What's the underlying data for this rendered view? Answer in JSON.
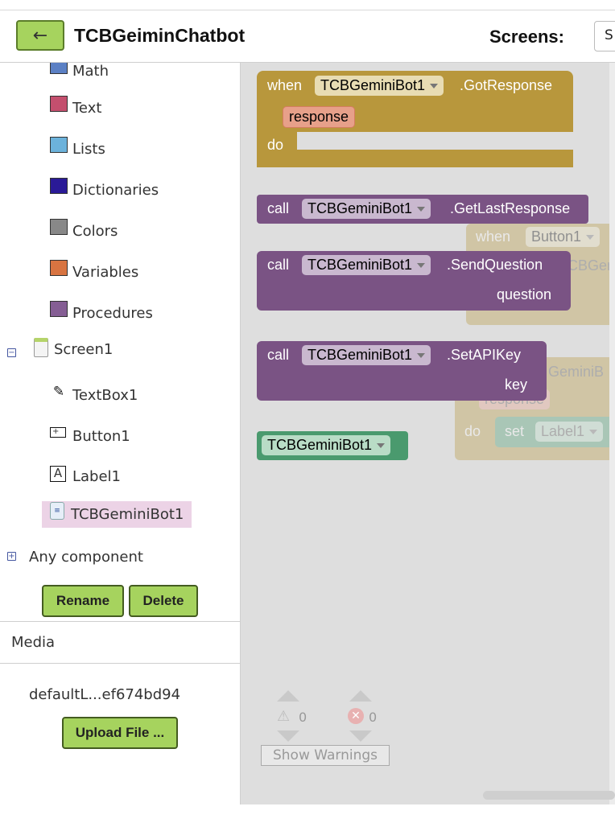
{
  "header": {
    "back_icon": "arrow-left-icon",
    "app_title": "TCBGeiminChatbot",
    "screens_label": "Screens:",
    "screens_value": "S"
  },
  "blocks_tree": {
    "builtins": [
      {
        "label": "Math",
        "color": "#5b80c4"
      },
      {
        "label": "Text",
        "color": "#c44f6e"
      },
      {
        "label": "Lists",
        "color": "#6cb2db"
      },
      {
        "label": "Dictionaries",
        "color": "#2a1a97"
      },
      {
        "label": "Colors",
        "color": "#888888"
      },
      {
        "label": "Variables",
        "color": "#d87441"
      },
      {
        "label": "Procedures",
        "color": "#855e94"
      }
    ],
    "screen": {
      "label": "Screen1",
      "toggle": "⊟"
    },
    "components": [
      {
        "label": "TextBox1",
        "icon": "textbox-icon"
      },
      {
        "label": "Button1",
        "icon": "button-icon"
      },
      {
        "label": "Label1",
        "icon": "label-icon"
      },
      {
        "label": "TCBGeminiBot1",
        "icon": "gemini-extension-icon"
      }
    ],
    "any_component": {
      "label": "Any component",
      "toggle": "⊞"
    },
    "rename_label": "Rename",
    "delete_label": "Delete"
  },
  "media": {
    "title": "Media",
    "file_name": "defaultL...ef674bd94",
    "upload_label": "Upload File ..."
  },
  "workspace": {
    "event_block": {
      "when": "when",
      "component": "TCBGeminiBot1",
      "event": ".GotResponse",
      "param": "response",
      "do": "do"
    },
    "get_last": {
      "call": "call",
      "component": "TCBGeminiBot1",
      "method": ".GetLastResponse"
    },
    "send_question": {
      "call": "call",
      "component": "TCBGeminiBot1",
      "method": ".SendQuestion",
      "arg": "question"
    },
    "set_api": {
      "call": "call",
      "component": "TCBGeminiBot1",
      "method": ".SetAPIKey",
      "arg": "key"
    },
    "component_block": {
      "component": "TCBGeminiBot1"
    },
    "ghost_button_event": {
      "when": "when",
      "component": "Button1",
      "partial": "CBGem"
    },
    "ghost_gemini_event": {
      "partial": "GeminiB",
      "param": "response",
      "do": "do",
      "set": "set",
      "component": "Label1"
    },
    "warnings": {
      "warning_count": "0",
      "error_count": "0",
      "show_label": "Show Warnings"
    }
  },
  "colors": {
    "accent_green": "#a6d35e",
    "event_gold": "#b8973c",
    "method_purple": "#7a5384",
    "component_green": "#4a9a6e"
  }
}
